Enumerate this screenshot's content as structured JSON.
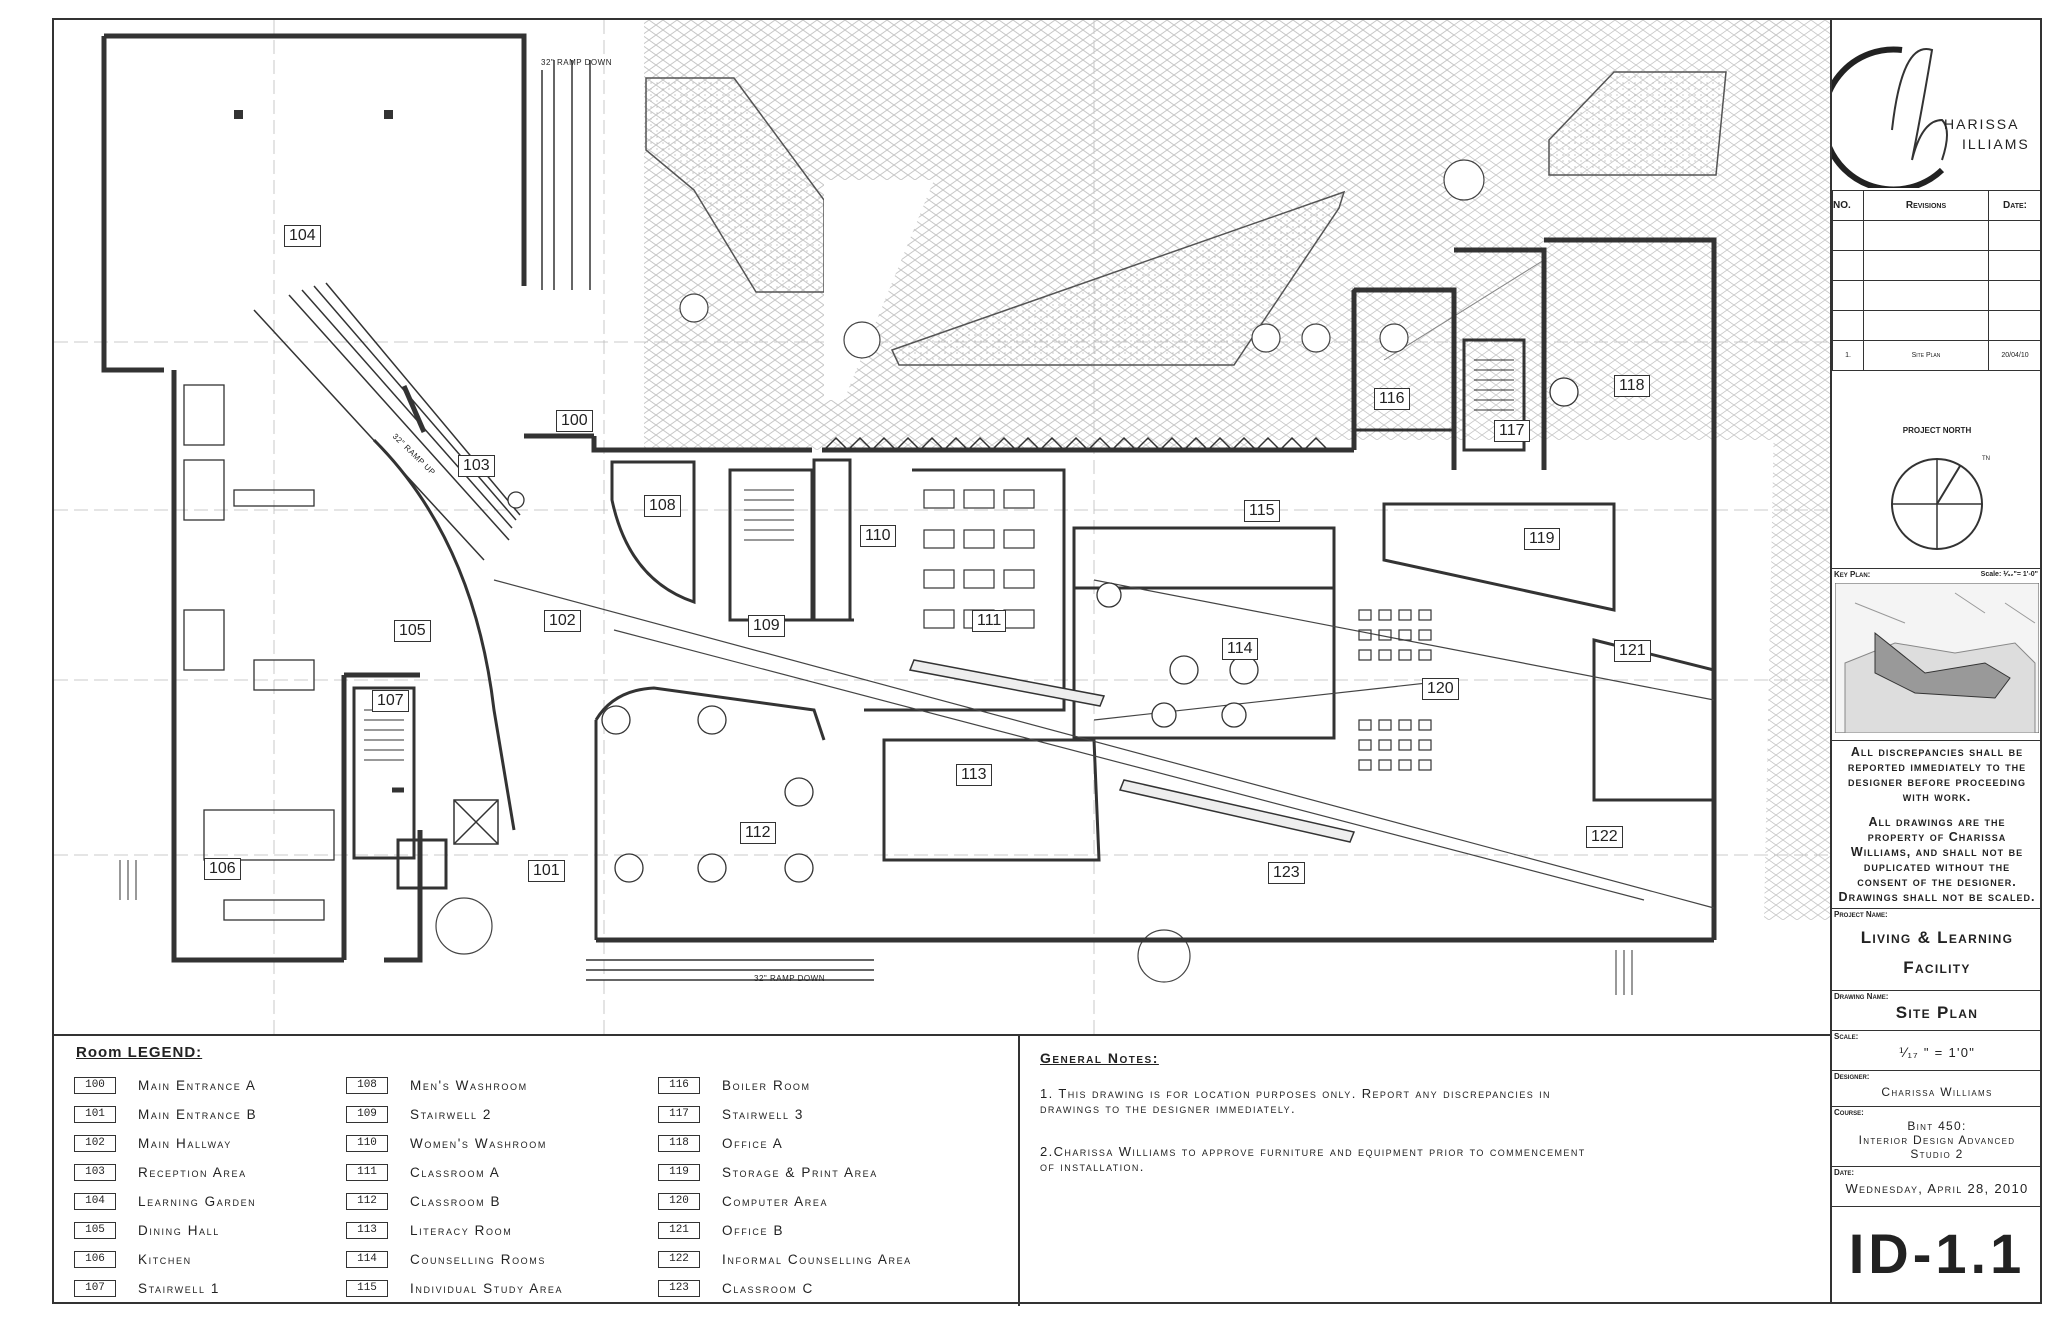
{
  "ramps": {
    "top": "32\" RAMP DOWN",
    "diagonal": "32\" RAMP UP",
    "bottom": "32\" RAMP DOWN"
  },
  "plan_room_tags": [
    "104",
    "100",
    "103",
    "105",
    "102",
    "108",
    "109",
    "110",
    "111",
    "112",
    "113",
    "114",
    "115",
    "116",
    "117",
    "118",
    "119",
    "120",
    "121",
    "122",
    "123",
    "106",
    "107",
    "101"
  ],
  "legend": {
    "title": "Room LEGEND:",
    "col1": [
      {
        "num": "100",
        "name": "Main Entrance A"
      },
      {
        "num": "101",
        "name": "Main Entrance B"
      },
      {
        "num": "102",
        "name": "Main Hallway"
      },
      {
        "num": "103",
        "name": "Reception Area"
      },
      {
        "num": "104",
        "name": "Learning Garden"
      },
      {
        "num": "105",
        "name": "Dining Hall"
      },
      {
        "num": "106",
        "name": "Kitchen"
      },
      {
        "num": "107",
        "name": "Stairwell 1"
      }
    ],
    "col2": [
      {
        "num": "108",
        "name": "Men's Washroom"
      },
      {
        "num": "109",
        "name": "Stairwell 2"
      },
      {
        "num": "110",
        "name": "Women's Washroom"
      },
      {
        "num": "111",
        "name": "Classroom A"
      },
      {
        "num": "112",
        "name": "Classroom B"
      },
      {
        "num": "113",
        "name": "Literacy Room"
      },
      {
        "num": "114",
        "name": "Counselling Rooms"
      },
      {
        "num": "115",
        "name": "Individual Study Area"
      }
    ],
    "col3": [
      {
        "num": "116",
        "name": "Boiler Room"
      },
      {
        "num": "117",
        "name": "Stairwell 3"
      },
      {
        "num": "118",
        "name": "Office A"
      },
      {
        "num": "119",
        "name": "Storage & Print Area"
      },
      {
        "num": "120",
        "name": "Computer Area"
      },
      {
        "num": "121",
        "name": "Office B"
      },
      {
        "num": "122",
        "name": "Informal Counselling Area"
      },
      {
        "num": "123",
        "name": "Classroom C"
      }
    ]
  },
  "notes": {
    "title": "General Notes:",
    "note1": "1. This drawing is for location purposes only. Report any discrepancies in drawings to the designer immediately.",
    "note2": "2.Charissa Williams to approve furniture and equipment prior to commencement of installation."
  },
  "titleblock": {
    "logo_line1": "HARISSA",
    "logo_line2": "ILLIAMS",
    "rev_no": "NO.",
    "rev_revisions": "Revisions",
    "rev_date": "Date:",
    "rev_entry": {
      "no": "1.",
      "rev": "Site Plan",
      "date": "20/04/10"
    },
    "north_label": "PROJECT NORTH",
    "north_mark": "TN",
    "keyplan_label": "Key Plan:",
    "keyplan_scale": "Scale: ⅟₃₂\"= 1'-0\"",
    "disclaimer1": "All discrepancies shall be reported immediately to the designer before proceeding with work.",
    "disclaimer2": "All drawings are the property of Charissa Williams, and shall not be duplicated without the consent of the designer. Drawings shall not be scaled.",
    "project_label": "Project Name:",
    "project_name": "Living & Learning Facility",
    "drawing_label": "Drawing Name:",
    "drawing_name": "Site Plan",
    "scale_label": "Scale:",
    "scale_value": "⅟₁₇ \" = 1'0\"",
    "designer_label": "Designer:",
    "designer_name": "Charissa Williams",
    "course_label": "Course:",
    "course_line1": "Bint 450:",
    "course_line2": "Interior Design Advanced",
    "course_line3": "Studio 2",
    "date_label": "Date:",
    "date_value": "Wednesday, April 28, 2010",
    "sheet_no": "ID-1.1"
  }
}
